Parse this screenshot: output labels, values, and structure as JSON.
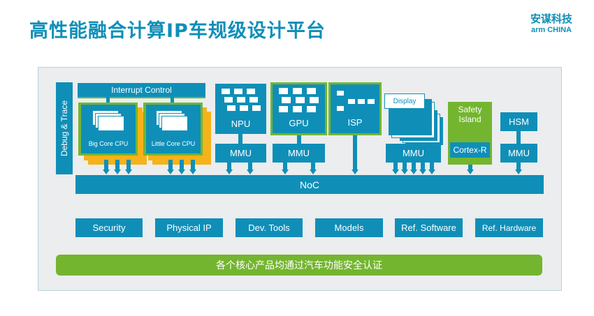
{
  "header": {
    "title": "高性能融合计算IP车规级设计平台",
    "logo_cn": "安谋科技",
    "logo_en": "arm CHINA"
  },
  "diagram": {
    "debug_trace": "Debug & Trace",
    "interrupt_control": "Interrupt Control",
    "big_core": "Big Core CPU",
    "little_core": "Little Core CPU",
    "npu": "NPU",
    "gpu": "GPU",
    "isp": "ISP",
    "display": "Display",
    "safety_island": "Safety Island",
    "cortex_r": "Cortex-R",
    "hsm": "HSM",
    "mmu": "MMU",
    "noc": "NoC"
  },
  "bottom_boxes": [
    "Security",
    "Physical IP",
    "Dev. Tools",
    "Models",
    "Ref. Software",
    "Ref. Hardware"
  ],
  "green_bar": "各个核心产品均通过汽车功能安全认证",
  "colors": {
    "accent": "#0f8fb8",
    "green": "#74b530",
    "yellow": "#f5b21a",
    "panel": "#ebedee"
  }
}
